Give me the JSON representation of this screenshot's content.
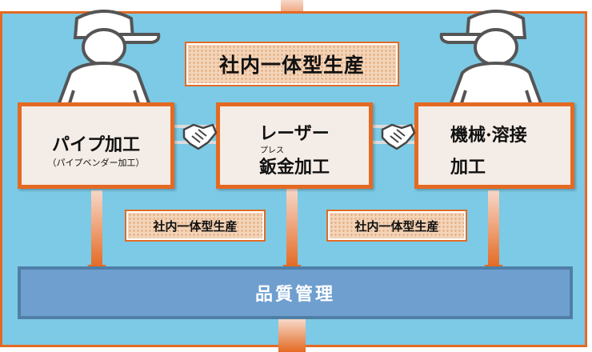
{
  "title": "社内一体型生産",
  "side_labels": [
    "社内一体型生産",
    "社内一体型生産"
  ],
  "boxes": {
    "pipe": {
      "title": "パイプ加工",
      "sub": "（パイプベンダー加工）"
    },
    "laser": {
      "line1": "レーザー",
      "ruby": "プレス",
      "line2": "鈑金加工"
    },
    "machine": {
      "line1": "機械·溶接",
      "line2": "加工"
    }
  },
  "quality": "品質管理",
  "icons": [
    "worker-left-icon",
    "worker-right-icon",
    "handshake-left-icon",
    "handshake-right-icon"
  ],
  "colors": {
    "frame_bg": "#7ccae6",
    "accent": "#e46a23",
    "band": "#6f9fcf",
    "box_bg": "#f4ece6",
    "chip_bg": "#f3d4b9"
  }
}
